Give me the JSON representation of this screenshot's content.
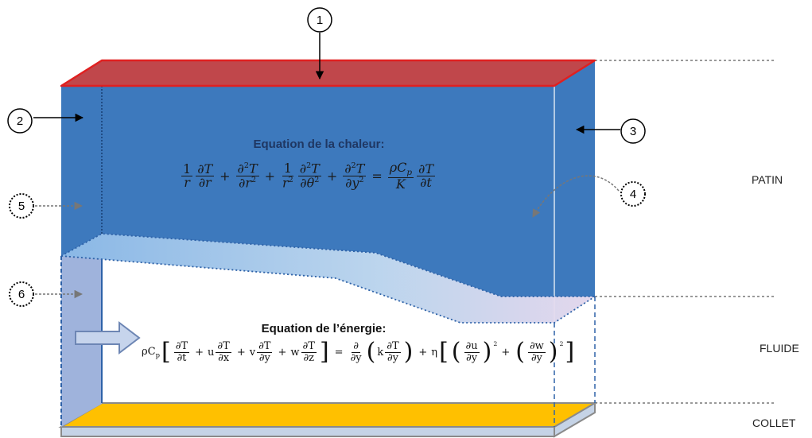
{
  "labels": {
    "patin": "PATIN",
    "fluide": "FLUIDE",
    "collet": "COLLET"
  },
  "markers": [
    "1",
    "2",
    "3",
    "4",
    "5",
    "6"
  ],
  "heat_equation": {
    "title": "Equation de la chaleur:"
  },
  "energy_equation": {
    "title": "Equation de l’énergie:"
  },
  "colors": {
    "pad_blue": "#3d79bd",
    "top_face_red": "#c0474b",
    "top_edge_red": "#e02020",
    "collar_yellow": "#ffc000",
    "collar_base": "#c5d3e6",
    "fluid_inlet": "#9fb3dc"
  }
}
